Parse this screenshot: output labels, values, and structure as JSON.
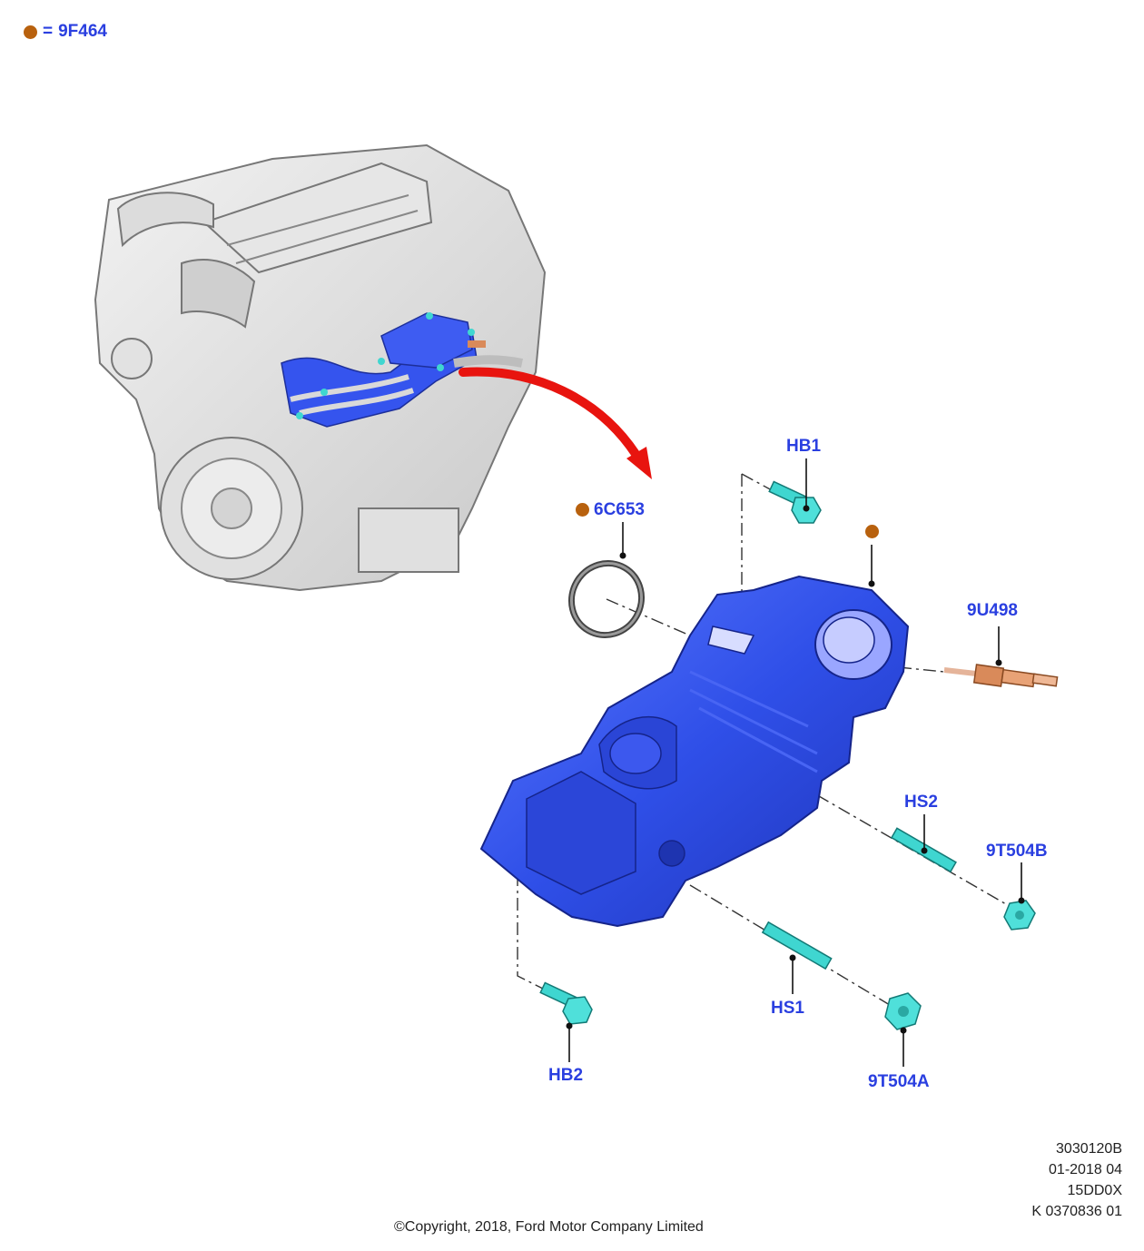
{
  "legend": {
    "symbol_color": "#b8610e",
    "equals": "=",
    "part_number": "9F464"
  },
  "callouts": {
    "hb1": "HB1",
    "c6c653": "6C653",
    "u9u498": "9U498",
    "hs2": "HS2",
    "t9t504b": "9T504B",
    "hs1": "HS1",
    "hb2": "HB2",
    "t9t504a": "9T504A"
  },
  "meta": {
    "line1": "3030120B",
    "line2": "01-2018 04",
    "line3": "15DD0X",
    "line4": "K 0370836 01"
  },
  "copyright": "©Copyright, 2018, Ford Motor Company Limited",
  "colors": {
    "label_blue": "#2a3fe0",
    "part_blue": "#2f4fe8",
    "fastener_cyan": "#3fd6d0",
    "sensor_copper": "#d98a5a",
    "arrow_red": "#e8140f",
    "marker_brown": "#b8610e"
  }
}
